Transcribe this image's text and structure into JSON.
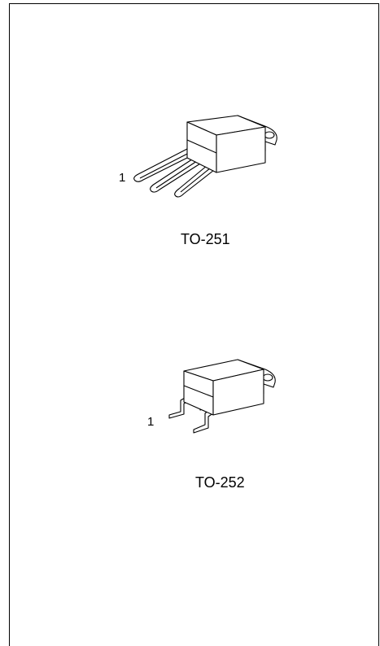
{
  "packages": [
    {
      "pin_label": "1",
      "name": "TO-251"
    },
    {
      "pin_label": "1",
      "name": "TO-252"
    }
  ]
}
